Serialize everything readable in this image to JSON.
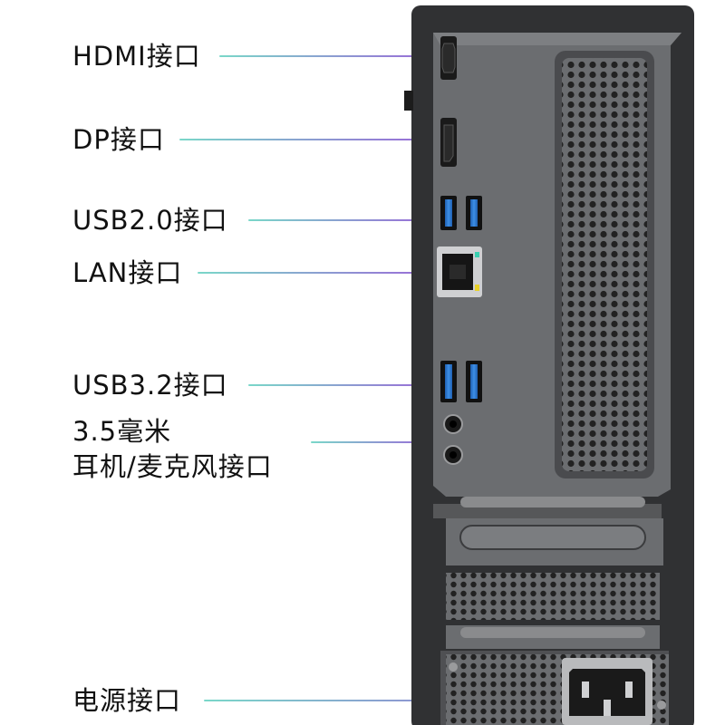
{
  "labels": {
    "hdmi": "HDMI接口",
    "dp": "DP接口",
    "usb20": "USB2.0接口",
    "lan": "LAN接口",
    "usb32": "USB3.2接口",
    "audio_line1": "3.5毫米",
    "audio_line2": "耳机/麦克风接口",
    "power": "电源接口"
  },
  "colors": {
    "case": "#333333",
    "io_panel": "#6b6d70",
    "usb_blue": "#2e7fd6",
    "line_start": "#7ad7c9",
    "line_end": "#9a6bd8"
  }
}
